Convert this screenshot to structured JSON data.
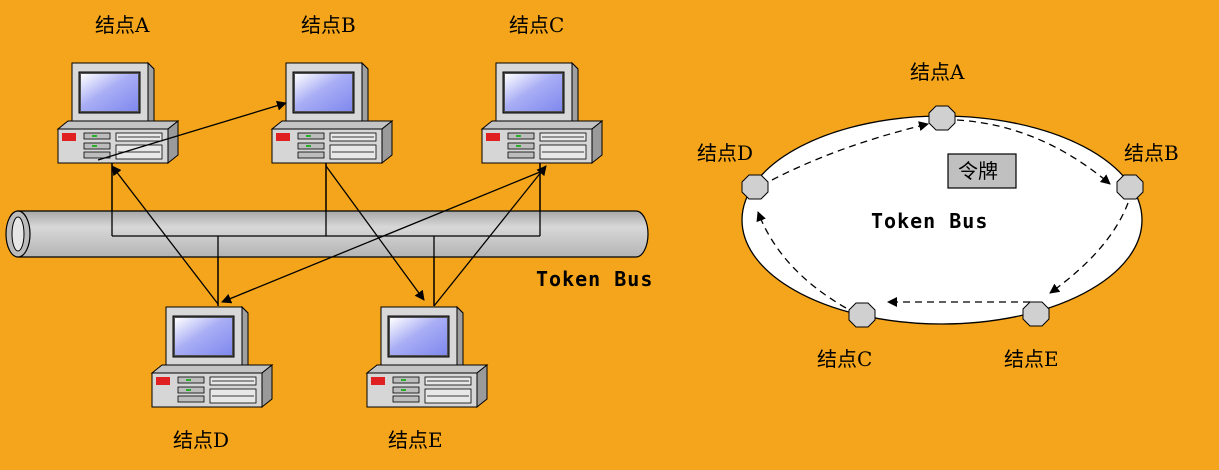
{
  "bus_network": {
    "bus_label": "Token Bus",
    "nodes": [
      {
        "id": "A",
        "label": "结点A"
      },
      {
        "id": "B",
        "label": "结点B"
      },
      {
        "id": "C",
        "label": "结点C"
      },
      {
        "id": "D",
        "label": "结点D"
      },
      {
        "id": "E",
        "label": "结点E"
      }
    ],
    "token_sequence": [
      "A",
      "B",
      "E",
      "C",
      "D",
      "A"
    ]
  },
  "ring_network": {
    "ring_label": "Token Bus",
    "token_label": "令牌",
    "nodes": [
      {
        "id": "A",
        "label": "结点A"
      },
      {
        "id": "B",
        "label": "结点B"
      },
      {
        "id": "E",
        "label": "结点E"
      },
      {
        "id": "C",
        "label": "结点C"
      },
      {
        "id": "D",
        "label": "结点D"
      }
    ],
    "token_sequence": [
      "A",
      "B",
      "E",
      "C",
      "D",
      "A"
    ]
  },
  "colors": {
    "background": "#F4A51B",
    "pipe": "#C8C8C8",
    "ring_fill": "#FFFFFF",
    "computer_body": "#D6D6D6",
    "screen": "#8E97F2",
    "power_led": "#E02020",
    "token_box": "#C0C0C0"
  }
}
